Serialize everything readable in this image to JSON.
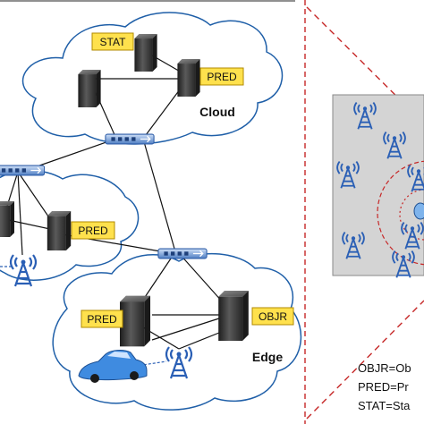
{
  "labels": {
    "stat": "STAT",
    "pred": "PRED",
    "objr": "OBJR",
    "cloud": "Cloud",
    "edge": "Edge"
  },
  "legend": {
    "line1": "OBJR=Ob",
    "line2": "PRED=Pr",
    "line3": "STAT=Sta"
  },
  "colors": {
    "label_fill": "#ffe14d",
    "label_border": "#b08a00",
    "cloud_stroke": "#1f5fa8",
    "tower": "#2a5fb5",
    "car": "#3f8be0",
    "dashed_red": "#c62828",
    "zoom_panel": "#d4d4d4",
    "server_dark": "#2f2f2f",
    "link": "#111111"
  },
  "icons": [
    "server-icon",
    "switch-icon",
    "antenna-tower-icon",
    "car-icon"
  ]
}
